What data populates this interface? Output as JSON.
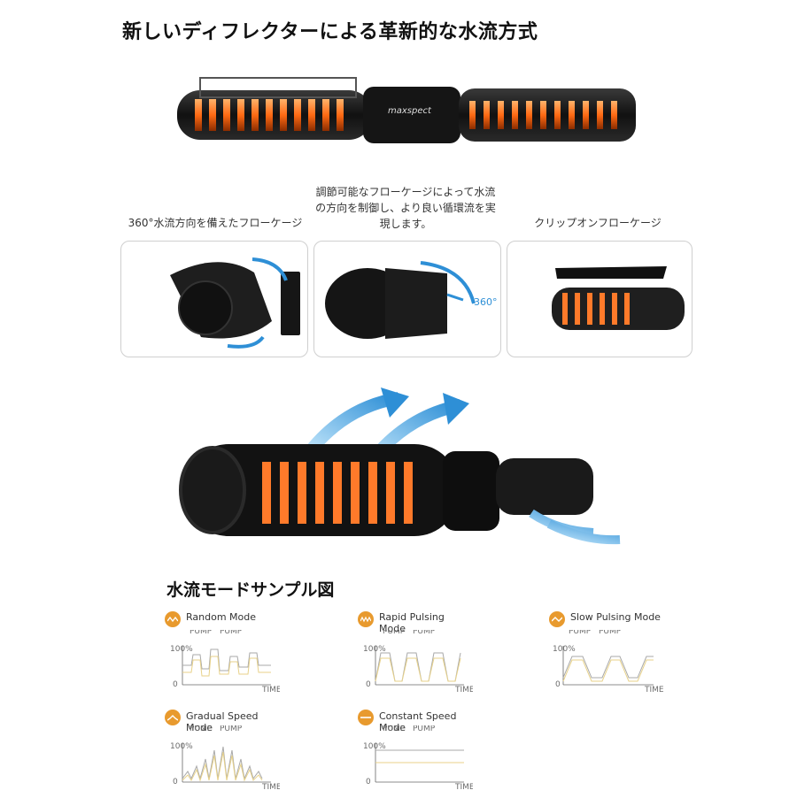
{
  "header": {
    "title": "新しいディフレクターによる革新的な水流方式"
  },
  "brand": {
    "logo_text": "maxspect"
  },
  "features": [
    {
      "caption": "360°水流方向を備えたフローケージ"
    },
    {
      "caption": "調節可能なフローケージによって水流の方向を制御し、より良い循環流を実現します。"
    },
    {
      "caption": "クリップオンフローケージ"
    }
  ],
  "feature_mid_badge": "360°",
  "modes_section": {
    "title": "水流モードサンプル図",
    "modes": [
      {
        "name": "Random Mode",
        "icon": "random-wave-icon"
      },
      {
        "name": "Rapid Pulsing Mode",
        "icon": "rapid-pulse-icon"
      },
      {
        "name": "Slow Pulsing Mode",
        "icon": "slow-pulse-icon"
      },
      {
        "name": "Gradual Speed Mode",
        "icon": "gradual-speed-icon"
      },
      {
        "name": "Constant Speed Mode",
        "icon": "constant-speed-icon"
      }
    ],
    "legend": {
      "pump_a": "PUMP",
      "pump_b": "PUMP",
      "y_top": "100%",
      "y_bottom": "0",
      "x_label": "TIME"
    }
  },
  "colors": {
    "accent_orange": "#e89a2e",
    "flow_blue": "#2e8fd6",
    "body_black": "#1d1d1d"
  }
}
